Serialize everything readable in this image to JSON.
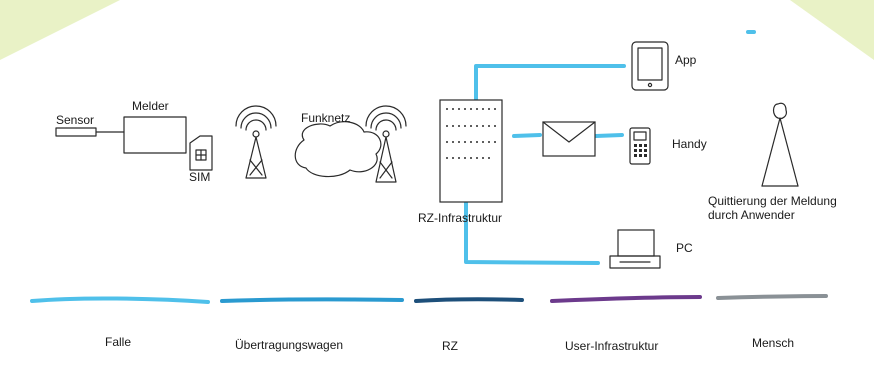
{
  "colors": {
    "background": "#ffffff",
    "corner_tint": "#e9f2c6",
    "connector_blue": "#4fc0ea",
    "ink": "#2a2a2a"
  },
  "labels": {
    "sensor": "Sensor",
    "melder": "Melder",
    "sim": "SIM",
    "funknetz": "Funknetz",
    "rz_infrastruktur": "RZ-Infrastruktur",
    "app": "App",
    "handy": "Handy",
    "pc": "PC",
    "quittierung": "Quittierung der Meldung durch Anwender"
  },
  "legend": [
    {
      "label": "Falle",
      "color": "#4fc0ea"
    },
    {
      "label": "Übertragungswagen",
      "color": "#2a9ad0"
    },
    {
      "label": "RZ",
      "color": "#1d4f7a"
    },
    {
      "label": "User-Infrastruktur",
      "color": "#6c3a8c"
    },
    {
      "label": "Mensch",
      "color": "#8a9196"
    }
  ],
  "icons": [
    "sensor-icon",
    "melder-icon",
    "sim-card-icon",
    "antenna-tower-icon",
    "cloud-icon",
    "server-rack-icon",
    "envelope-icon",
    "tablet-icon",
    "mobile-phone-icon",
    "desktop-pc-icon",
    "person-icon"
  ]
}
